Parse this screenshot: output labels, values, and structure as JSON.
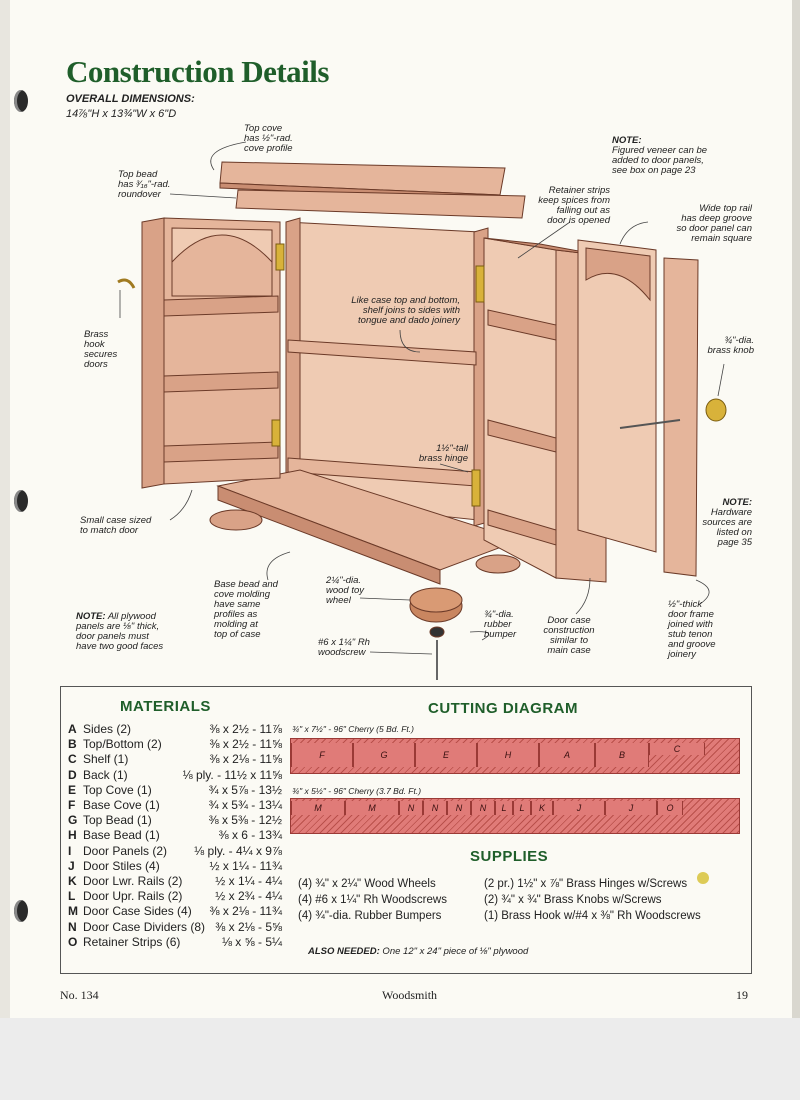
{
  "page": {
    "title": "Construction Details",
    "overall_label": "OVERALL DIMENSIONS:",
    "overall_value": "14⅞\"H x 13¾\"W x 6\"D"
  },
  "callouts": {
    "top_cove": "Top cove\nhas ½\"-rad.\ncove profile",
    "top_bead": "Top bead\nhas ³⁄₁₆\"-rad.\nroundover",
    "note_veneer_title": "NOTE:",
    "note_veneer": "Figured veneer can be\nadded to door panels,\nsee box on page 23",
    "retainer": "Retainer strips\nkeep spices from\nfalling out as\ndoor is opened",
    "wide_rail": "Wide top rail\nhas deep groove\nso door panel can\nremain square",
    "brass_hook": "Brass\nhook\nsecures\ndoors",
    "shelf_joins": "Like case top and bottom,\nshelf joins to sides with\ntongue and dado joinery",
    "brass_knob": "¾\"-dia.\nbrass knob",
    "hinge": "1½\"-tall\nbrass hinge",
    "note_hardware_title": "NOTE:",
    "note_hardware": "Hardware\nsources are\nlisted on\npage 35",
    "small_case": "Small case sized\nto match door",
    "base_bead": "Base bead and\ncove molding\nhave same\nprofiles as\nmolding at\ntop of case",
    "toy_wheel": "2¼\"-dia.\nwood toy\nwheel",
    "rubber": "¾\"-dia.\nrubber\nbumper",
    "door_case": "Door case\nconstruction\nsimilar to\nmain case",
    "door_frame": "½\"-thick\ndoor frame\njoined with\nstub tenon\nand groove\njoinery",
    "note_plywood_title": "NOTE:",
    "note_plywood": " All plywood\npanels are ⅛\" thick,\ndoor panels must\nhave two good faces",
    "woodscrew": "#6 x 1¼\" Rh\nwoodscrew"
  },
  "materials": {
    "heading": "MATERIALS",
    "items": [
      {
        "letter": "A",
        "name": "Sides (2)",
        "dims": "⅜ x 2½ - 11⅞"
      },
      {
        "letter": "B",
        "name": "Top/Bottom (2)",
        "dims": "⅜ x 2½ - 11⅝"
      },
      {
        "letter": "C",
        "name": "Shelf (1)",
        "dims": "⅜ x 2⅛ - 11⅝"
      },
      {
        "letter": "D",
        "name": "Back (1)",
        "dims": "⅛ ply. - 11½ x 11⅝"
      },
      {
        "letter": "E",
        "name": "Top Cove (1)",
        "dims": "¾ x 5⅞ - 13½"
      },
      {
        "letter": "F",
        "name": "Base Cove (1)",
        "dims": "¾ x 5¾ - 13¼"
      },
      {
        "letter": "G",
        "name": "Top Bead (1)",
        "dims": "⅜ x 5⅜ - 12½"
      },
      {
        "letter": "H",
        "name": "Base Bead (1)",
        "dims": "⅜ x 6 - 13¾"
      },
      {
        "letter": "I",
        "name": "Door Panels (2)",
        "dims": "⅛ ply. - 4¼ x 9⅞"
      },
      {
        "letter": "J",
        "name": "Door Stiles (4)",
        "dims": "½ x 1¼ - 11¾"
      },
      {
        "letter": "K",
        "name": "Door Lwr. Rails (2)",
        "dims": "½ x 1¼ - 4¼"
      },
      {
        "letter": "L",
        "name": "Door Upr. Rails (2)",
        "dims": "½ x 2¾ - 4¼"
      },
      {
        "letter": "M",
        "name": "Door Case Sides (4)",
        "dims": "⅜ x 2⅛ - 11¾"
      },
      {
        "letter": "N",
        "name": "Door Case Dividers (8)",
        "dims": "⅜ x 2⅛ - 5⅝"
      },
      {
        "letter": "O",
        "name": "Retainer Strips (6)",
        "dims": "⅛ x ⅝ - 5¼"
      }
    ]
  },
  "cutting": {
    "heading": "CUTTING DIAGRAM",
    "board1_label": "¾\" x 7½\" - 96\" Cherry (5 Bd. Ft.)",
    "board1_pieces": [
      "F",
      "G",
      "E",
      "H",
      "A",
      "B",
      "C"
    ],
    "board2_label": "¾\" x 5½\" - 96\" Cherry (3.7 Bd. Ft.)",
    "board2_pieces": [
      "M",
      "M",
      "N",
      "N",
      "N",
      "N",
      "L",
      "L",
      "K",
      "J",
      "J",
      "O"
    ]
  },
  "supplies": {
    "heading": "SUPPLIES",
    "left": [
      "(4) ¾\" x 2¼\" Wood Wheels",
      "(4) #6 x 1¼\" Rh Woodscrews",
      "(4) ¾\"-dia. Rubber Bumpers"
    ],
    "right": [
      "(2 pr.) 1½\" x ⅞\" Brass Hinges w/Screws",
      "(2) ¾\" x ¾\" Brass Knobs w/Screws",
      "(1) Brass Hook w/#4 x ⅜\" Rh Woodscrews"
    ],
    "also_label": "ALSO NEEDED:",
    "also_value": " One 12\" x 24\" piece of ⅛\" plywood"
  },
  "footer": {
    "issue": "No. 134",
    "publication": "Woodsmith",
    "page_number": "19"
  },
  "colors": {
    "title_green": "#1f5e2a",
    "wood": "#e5b59b",
    "wood_dark": "#b77b62",
    "board_red": "#e07b78"
  }
}
